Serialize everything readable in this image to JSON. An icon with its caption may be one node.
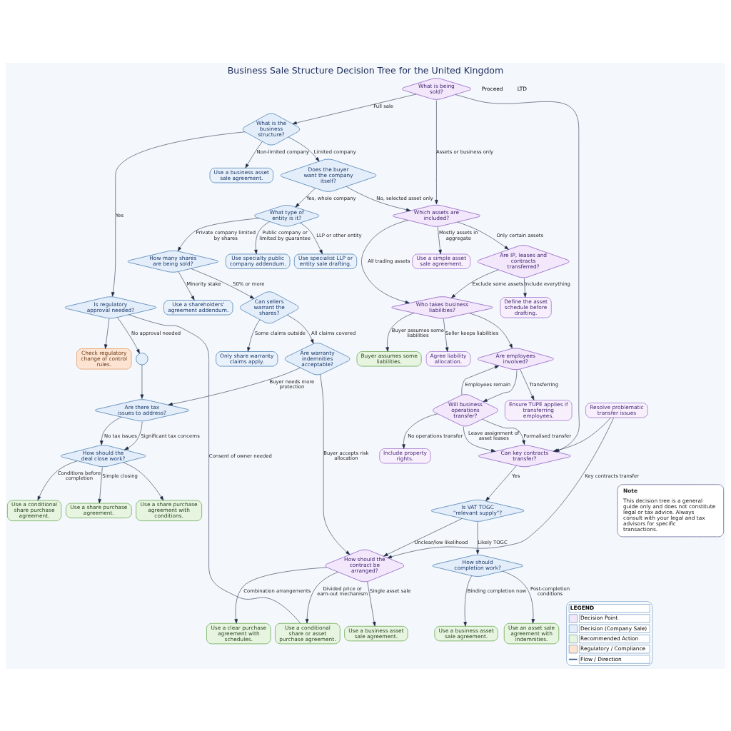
{
  "diagram": {
    "title": "Business Sale Structure Decision Tree for the United Kingdom",
    "nodes": [
      {
        "text": [
          "What is being sold?"
        ]
      },
      {
        "text": [
          "What is the business structure?"
        ]
      },
      {
        "text": [
          "Use a business asset sale agreement."
        ]
      },
      {
        "text": [
          "Does the buyer want the company itself?"
        ]
      },
      {
        "text": [
          "Which assets are included?"
        ]
      },
      {
        "text": [
          "Use a simple asset sale agreement."
        ]
      },
      {
        "text": [
          "Are IP, leases and contracts transferred?"
        ]
      },
      {
        "text": [
          "Define the asset schedule before drafting."
        ]
      },
      {
        "text": [
          "Who takes business liabilities?"
        ]
      },
      {
        "text": [
          "Buyer assumes some liabilities."
        ]
      },
      {
        "text": [
          "Agree liability allocation."
        ]
      },
      {
        "text": [
          "Are employees involved?"
        ]
      },
      {
        "text": [
          "Ensure TUPE applies if transferring employees."
        ]
      },
      {
        "text": [
          "Will business operations transfer?"
        ]
      },
      {
        "text": [
          "Include property rights."
        ]
      },
      {
        "text": [
          "Can key contracts transfer?"
        ]
      },
      {
        "text": [
          "Resolve problematic transfer issues"
        ]
      },
      {
        "text": [
          "Is VAT TOGC \"relevant supply\"?"
        ]
      },
      {
        "text": [
          "How should completion work?"
        ]
      },
      {
        "text": [
          "Use a business asset sale agreement."
        ]
      },
      {
        "text": [
          "Use an asset sale agreement with indemnities."
        ]
      },
      {
        "text": [
          "How should the contract be arranged?"
        ]
      },
      {
        "text": [
          "Use a business asset sale agreement."
        ]
      },
      {
        "text": [
          "Use a clear purchase agreement with schedules."
        ]
      },
      {
        "text": [
          "Use a conditional share or asset purchase agreement."
        ]
      },
      {
        "text": [
          "What type of entity is it?"
        ]
      },
      {
        "text": [
          "Use specialty public company addendum."
        ]
      },
      {
        "text": [
          "Use specialist LLP or entity sale drafting."
        ]
      },
      {
        "text": [
          "How many shares are being sold?"
        ]
      },
      {
        "text": [
          "Use a shareholders' agreement addendum."
        ]
      },
      {
        "text": [
          "Can sellers warrant the shares?"
        ]
      },
      {
        "text": [
          "Only share warranty claims apply."
        ]
      },
      {
        "text": [
          "Are warranty indemnities acceptable?"
        ]
      },
      {
        "text": [
          "Is regulatory approval needed?"
        ]
      },
      {
        "text": [
          "Check regulatory change of control rules."
        ]
      },
      {
        "text": [],
        "shape": "circle"
      },
      {
        "text": [
          "Are there tax issues to address?"
        ]
      },
      {
        "text": [
          "How should the deal close work?"
        ]
      },
      {
        "text": [
          "Use a share purchase agreement."
        ]
      },
      {
        "text": [
          "Use a share purchase agreement with conditions."
        ]
      },
      {
        "text": [
          "Use a conditional share purchase agreement."
        ]
      },
      {
        "text": [
          "Note",
          "This decision tree is a general guide only and does not constitute legal or tax advice. Always consult with your legal and tax advisors for specific transactions."
        ]
      }
    ],
    "edges": [
      {
        "from": 0,
        "to": 1,
        "arrow": "to",
        "label": "Full sale"
      },
      {
        "from": 0,
        "to": 4,
        "arrow": "to",
        "label": "Assets or business only"
      },
      {
        "from": 1,
        "to": 2,
        "arrow": "to",
        "label": "Non-limited company"
      },
      {
        "from": 1,
        "to": 3,
        "arrow": "to",
        "label": "Limited company"
      },
      {
        "from": 1,
        "to": 33,
        "arrow": "to",
        "label": "Yes"
      },
      {
        "from": 3,
        "to": 4,
        "arrow": "to",
        "label": "No, selected asset only"
      },
      {
        "from": 3,
        "to": 25,
        "arrow": "to",
        "label": "Yes, whole company"
      },
      {
        "from": 4,
        "to": 8,
        "arrow": "to",
        "label": "All trading assets"
      },
      {
        "from": 4,
        "to": 6,
        "arrow": "to",
        "label": "Only certain assets"
      },
      {
        "from": 4,
        "to": 5,
        "arrow": "to",
        "label": "Mostly assets in aggregate"
      },
      {
        "from": 6,
        "to": 8,
        "arrow": "to",
        "label": "Exclude some assets"
      },
      {
        "from": 6,
        "to": 7,
        "arrow": "to",
        "label": "Include everything"
      },
      {
        "from": 8,
        "to": 9,
        "arrow": "to",
        "label": "Buyer assumes some liabilities"
      },
      {
        "from": 8,
        "to": 10,
        "arrow": "to",
        "label": "Seller keeps liabilities"
      },
      {
        "from": 8,
        "to": 11,
        "arrow": "to"
      },
      {
        "from": 11,
        "to": 12,
        "arrow": "to",
        "label": "Transferring"
      },
      {
        "from": 11,
        "to": 13,
        "arrow": "to"
      },
      {
        "from": 13,
        "to": 11,
        "arrow": "to",
        "label": "Employees remain"
      },
      {
        "from": 13,
        "to": 15,
        "arrow": "to",
        "label": "Leave assignment of asset leases"
      },
      {
        "from": 13,
        "to": 15,
        "arrow": "to",
        "label": "Formalised transfer"
      },
      {
        "from": 13,
        "to": 14,
        "arrow": "to",
        "label": "No operations transfer"
      },
      {
        "from": 0,
        "to": 15,
        "arrow": "to"
      },
      {
        "from": 16,
        "to": 15,
        "arrow": "to"
      },
      {
        "from": 15,
        "to": 17,
        "arrow": "to",
        "label": "Yes"
      },
      {
        "from": 17,
        "to": 18,
        "arrow": "to",
        "label": "Likely TOGC"
      },
      {
        "from": 17,
        "to": 21,
        "arrow": "to",
        "label": "Unclear/low likelihood"
      },
      {
        "from": 18,
        "to": 19,
        "arrow": "to",
        "label": "Binding completion now"
      },
      {
        "from": 18,
        "to": 20,
        "arrow": "to",
        "label": "Post-completion conditions"
      },
      {
        "from": 16,
        "to": 21,
        "arrow": "to",
        "label": "Key contracts transfer"
      },
      {
        "from": 32,
        "to": 21,
        "arrow": "to",
        "label": "Buyer accepts risk allocation"
      },
      {
        "from": 21,
        "to": 22,
        "arrow": "to",
        "label": "Single asset sale"
      },
      {
        "from": 21,
        "to": 23,
        "arrow": "to",
        "label": "Combination arrangements"
      },
      {
        "from": 21,
        "to": 24,
        "arrow": "to",
        "label": "Divided price or earn-out mechanism"
      },
      {
        "from": 33,
        "to": 24,
        "arrow": "none",
        "label": "Consent of owner needed"
      },
      {
        "from": 25,
        "to": 28,
        "arrow": "to",
        "label": "Private company limited by shares"
      },
      {
        "from": 25,
        "to": 26,
        "arrow": "to",
        "label": "Public company or limited by guarantee"
      },
      {
        "from": 25,
        "to": 27,
        "arrow": "to",
        "label": "LLP or other entity"
      },
      {
        "from": 28,
        "to": 30,
        "arrow": "to",
        "label": "50% or more"
      },
      {
        "from": 28,
        "to": 29,
        "arrow": "to",
        "label": "Minority stake"
      },
      {
        "from": 30,
        "to": 32,
        "arrow": "to",
        "label": "All claims covered"
      },
      {
        "from": 30,
        "to": 31,
        "arrow": "to",
        "label": "Some claims outside"
      },
      {
        "from": 32,
        "to": 36,
        "arrow": "to",
        "label": "Buyer needs more protection"
      },
      {
        "from": 33,
        "to": 35,
        "arrow": "to",
        "label": "No approval needed"
      },
      {
        "from": 35,
        "to": 36,
        "arrow": "to"
      },
      {
        "from": 33,
        "to": 34,
        "arrow": "to"
      },
      {
        "from": 36,
        "to": 37,
        "arrow": "to",
        "label": "No tax issues"
      },
      {
        "from": 36,
        "to": 37,
        "arrow": "to",
        "label": "Significant tax concerns"
      },
      {
        "from": 37,
        "to": 38,
        "arrow": "to",
        "label": "Simple closing"
      },
      {
        "from": 37,
        "to": 39,
        "arrow": "to"
      },
      {
        "from": 37,
        "to": 40,
        "arrow": "to",
        "label": "Conditions before completion"
      }
    ],
    "labels": [
      "Proceed",
      "LTD",
      "LEGEND"
    ],
    "legend": [
      {
        "text": "Decision Point",
        "color": "#f3e8fb"
      },
      {
        "text": "Decision (Company Sale)",
        "color": "#e4eefa"
      },
      {
        "text": "Recommended Action",
        "color": "#e6f4e0"
      },
      {
        "text": "Regulatory / Compliance",
        "color": "#fde4d2"
      },
      {
        "text": "Flow / Direction"
      }
    ]
  }
}
